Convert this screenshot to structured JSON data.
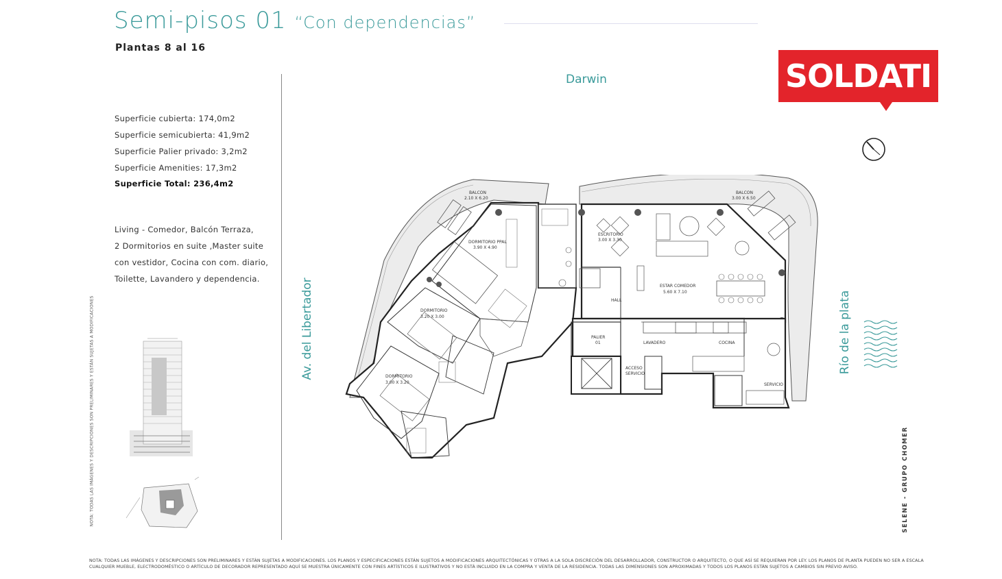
{
  "header": {
    "title": "Semi-pisos 01",
    "subtitle": "“Con dependencias”",
    "floors": "Plantas 8 al 16"
  },
  "specs": [
    "Superficie cubierta: 174,0m2",
    "Superficie semicubierta: 41,9m2",
    "Superficie Palier privado: 3,2m2",
    "Superficie Amenities: 17,3m2"
  ],
  "spec_total": "Superficie Total: 236,4m2",
  "description": [
    "Living - Comedor, Balcón Terraza,",
    "2 Dormitorios en suite ,Master suite",
    "con vestidor, Cocina con com. diario,",
    "Toilette, Lavandero y dependencia."
  ],
  "brand": {
    "logo_text": "SOLDATI",
    "logo_color": "#e3242b",
    "accent_color": "#3a9a9a"
  },
  "streets": {
    "north": "Darwin",
    "west": "Av. del Libertador",
    "east": "Río de la plata"
  },
  "rooms": {
    "balcon_w": "BALCON",
    "balcon_w_dim": "2.10 X 6.20",
    "balcon_e": "BALCON",
    "balcon_e_dim": "3.00 X 6.50",
    "dorm_ppal": "DORMITORIO PPAL",
    "dorm_ppal_dim": "3.90 X 4.90",
    "escritorio": "ESCRITORIO",
    "escritorio_dim": "3.00 X 3.30",
    "estar": "ESTAR COMEDOR",
    "estar_dim": "5.60 X 7.10",
    "hall": "HALL",
    "dorm2": "DORMITORIO",
    "dorm2_dim": "3.20 X 3.00",
    "dorm3": "DORMITORIO",
    "dorm3_dim": "3.00 X 3.20",
    "palier": "PALIER",
    "palier_num": "01",
    "lavadero": "LAVADERO",
    "cocina": "COCINA",
    "acceso1": "ACCESO",
    "acceso2": "SERVICIO",
    "servicio": "SERVICIO"
  },
  "side_note": "NOTA: TODAS LAS IMÁGENES Y DESCRIPCIONES SON PRELIMINARES Y ESTÁN SUJETAS A MODIFICACIONES",
  "credit": "SELENE - GRUPO CHOMER",
  "disclaimer": [
    "NOTA: TODAS LAS IMÁGENES Y DESCRIPCIONES SON PRELIMINARES Y ESTÁN SUJETAS A MODIFICACIONES. LOS PLANOS Y ESPECIFICACIONES ESTÁN SUJETOS A MODIFICACIONES ARQUITECTÓNICAS Y OTRAS A LA SOLA DISCRECIÓN DEL DESARROLLADOR, CONSTRUCTOR O ARQUITECTO, O QUE ASÍ SE REQUIERAN POR LEY. LOS PLANOS DE PLANTA PUEDEN NO SER A ESCALA",
    "CUALQUIER MUEBLE, ELECTRODOMÉSTICO O ARTÍCULO DE DECORADOR REPRESENTADO AQUÍ SE MUESTRA ÚNICAMENTE CON FINES ARTÍSTICOS E ILUSTRATIVOS Y NO ESTÁ INCLUIDO EN LA COMPRA Y VENTA DE LA RESIDENCIA. TODAS LAS DIMENSIONES SON APROXIMADAS Y TODOS LOS PLANOS ESTÁN SUJETOS A CAMBIOS SIN PREVIO AVISO."
  ],
  "icons": {
    "compass": "compass-icon",
    "waves": "river-waves-icon"
  }
}
